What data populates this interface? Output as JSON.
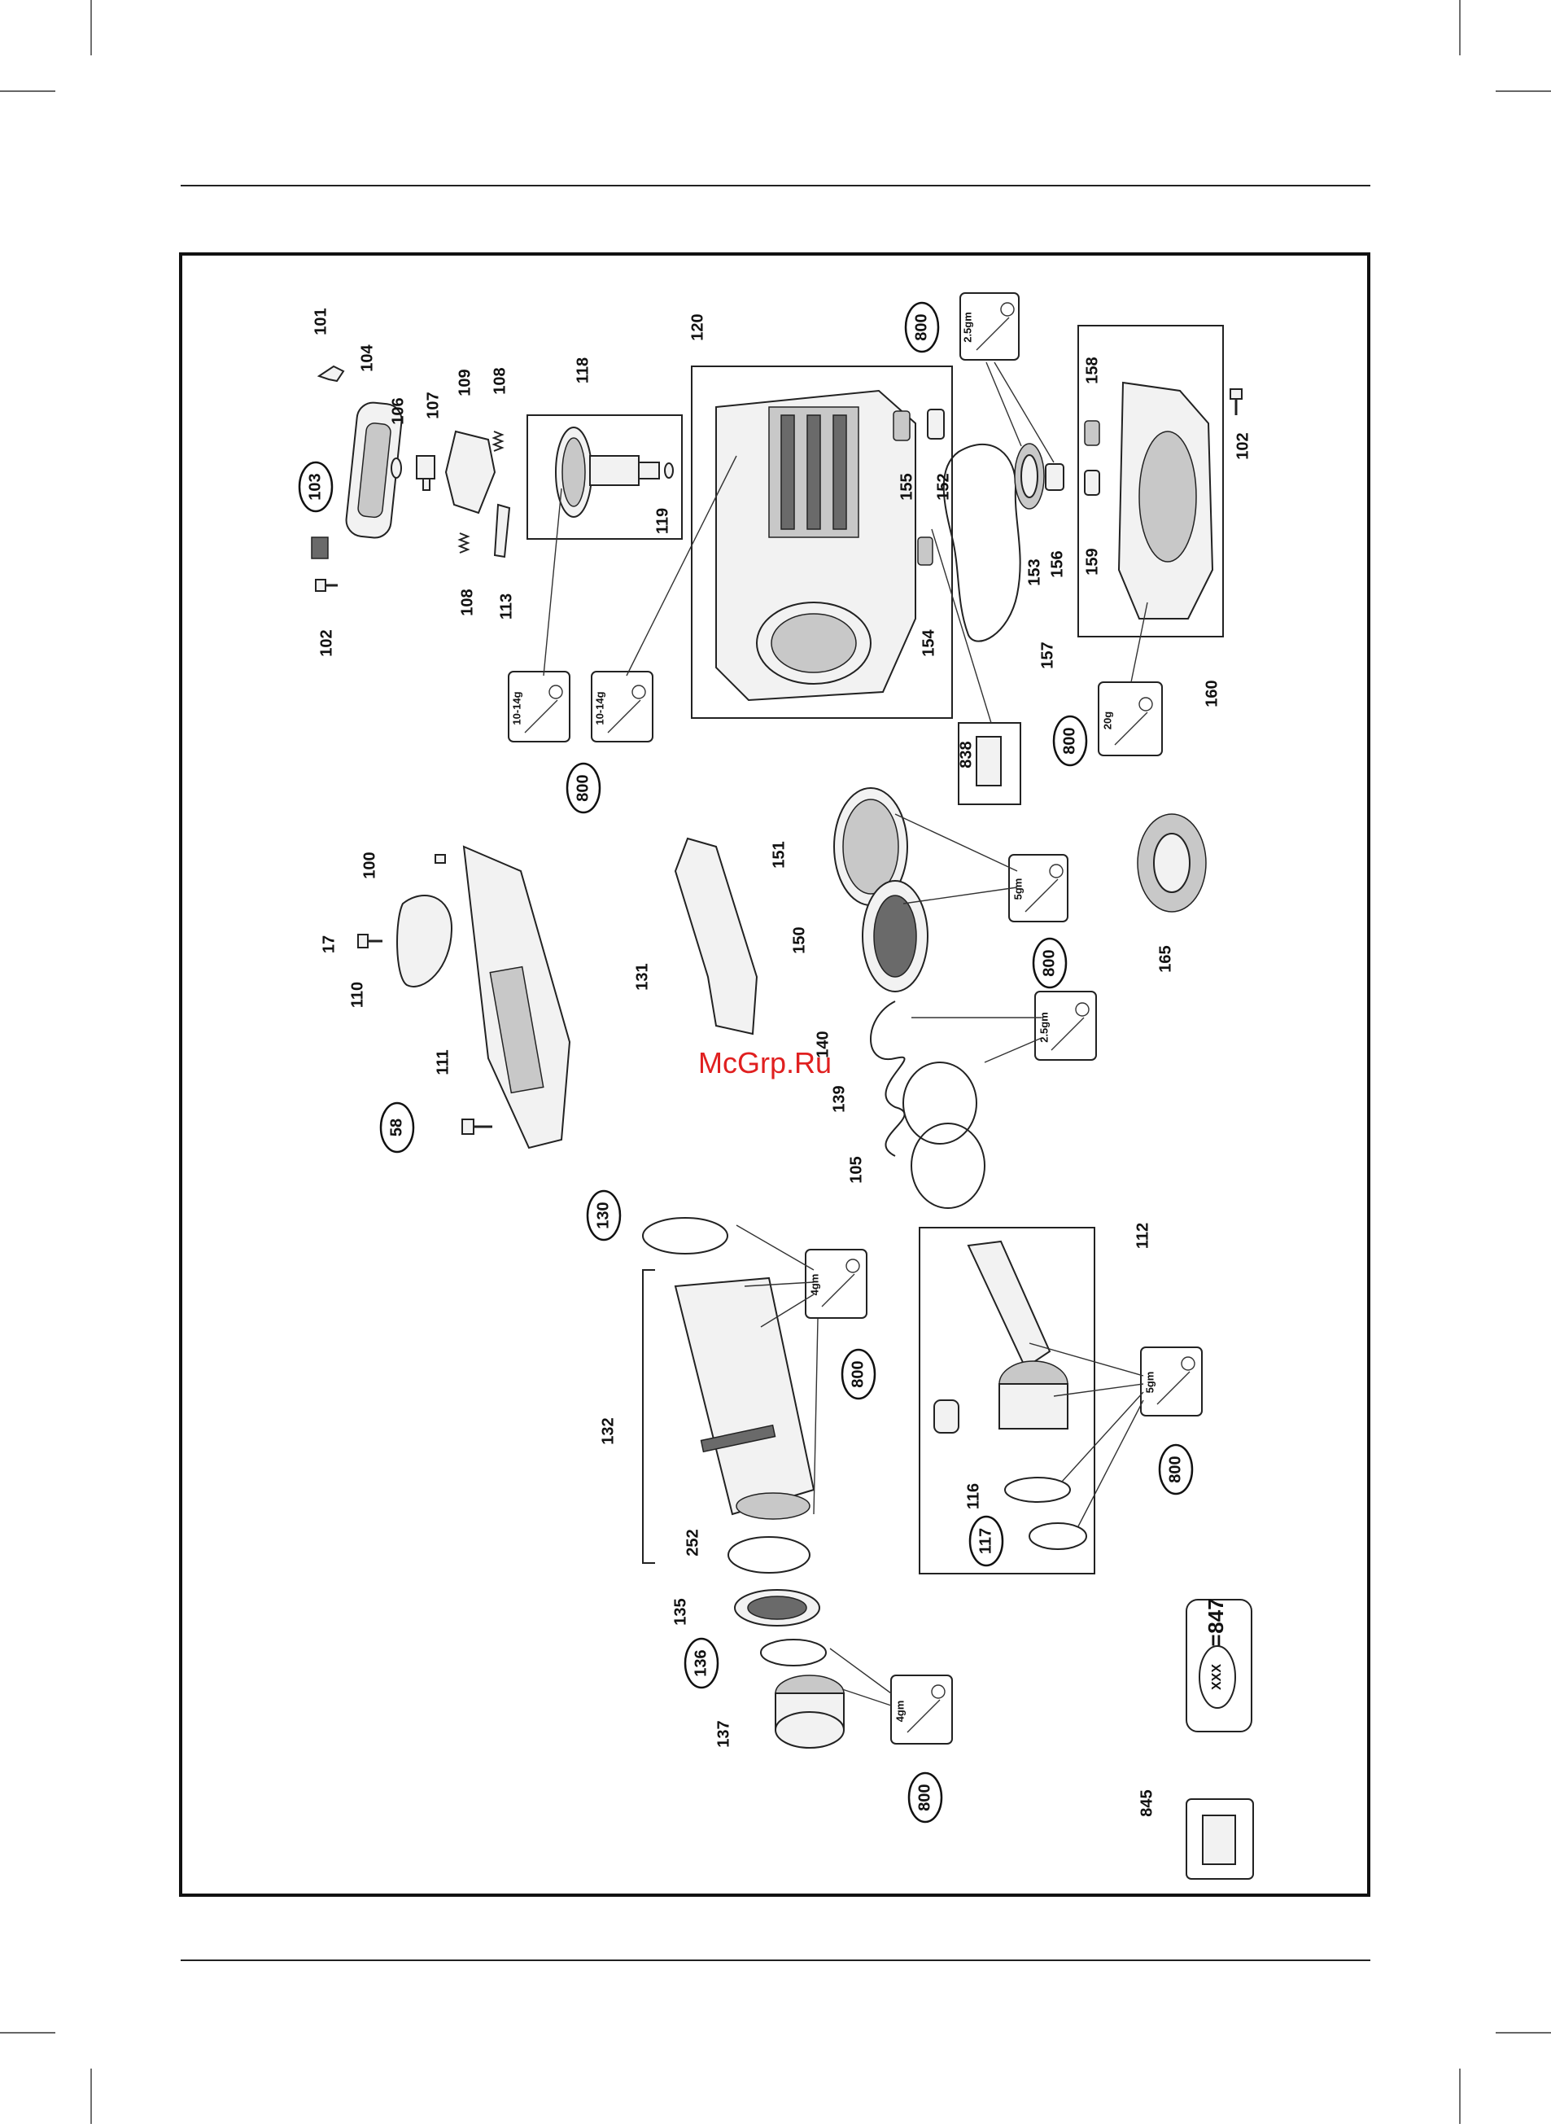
{
  "diagram": {
    "watermark": "McGrp.Ru",
    "legend": {
      "key": "XXX",
      "equals": "=",
      "value": "847"
    },
    "grease_tags": [
      "2.5gm",
      "10-14g",
      "10-14g",
      "20g",
      "5gm",
      "2.5gm",
      "4gm",
      "5gm",
      "4gm"
    ],
    "tool_label": "845",
    "parts": [
      "101",
      "104",
      "106",
      "107",
      "109",
      "108",
      "118",
      "120",
      "800",
      "103",
      "102",
      "108",
      "113",
      "119",
      "155",
      "152",
      "153",
      "156",
      "158",
      "159",
      "102",
      "154",
      "157",
      "160",
      "838",
      "800",
      "800",
      "100",
      "17",
      "110",
      "111",
      "58",
      "151",
      "150",
      "131",
      "800",
      "140",
      "139",
      "105",
      "165",
      "130",
      "112",
      "132",
      "800",
      "800",
      "116",
      "117",
      "252",
      "135",
      "136",
      "137",
      "800"
    ]
  }
}
